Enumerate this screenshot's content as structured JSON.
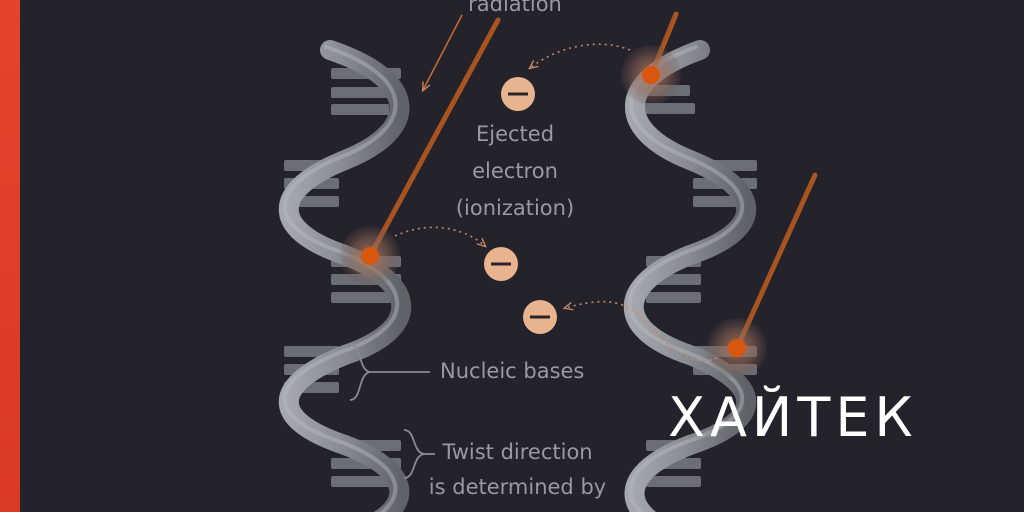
{
  "labels": {
    "radiation": "radiation",
    "ejected_line1": "Ejected",
    "ejected_line2": "electron",
    "ejected_line3": "(ionization)",
    "nucleic_bases": "Nucleic bases",
    "twist_line1": "Twist direction",
    "twist_line2": "is determined by"
  },
  "brand": {
    "logo_text": "ХАЙТЕК",
    "accent": "#e5432b"
  },
  "colors": {
    "background": "#24222a",
    "strand": "#8e9296",
    "base_pair": "#6a6e74",
    "electron": "#e8b48f",
    "radiation": "#e06a1a",
    "label": "#9a98a0"
  },
  "icons": [
    "minus-icon",
    "ionization-hit-icon"
  ]
}
